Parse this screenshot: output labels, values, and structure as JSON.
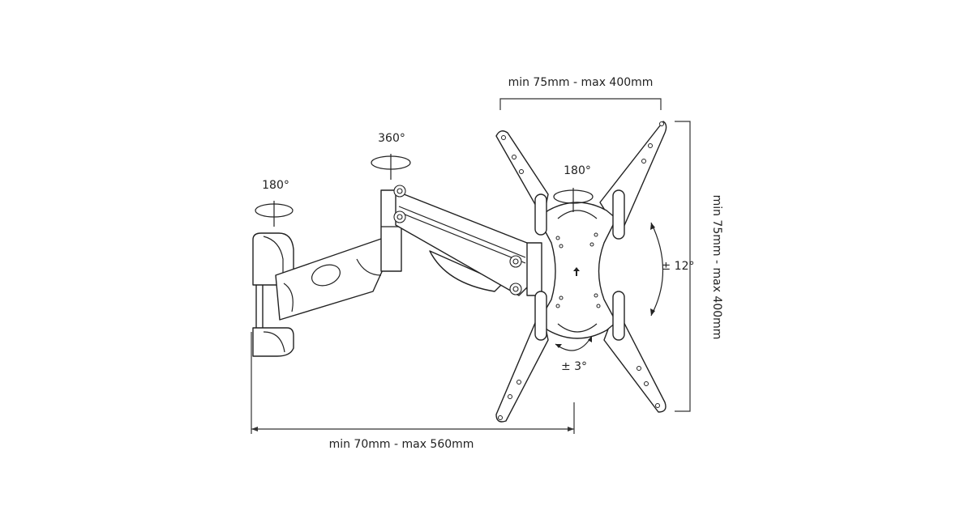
{
  "diagram": {
    "title": "TV wall mount dimensions",
    "labels": {
      "vesa_width": "min 75mm - max 400mm",
      "vesa_height": "min 75mm - max 400mm",
      "extension": "min 70mm - max 560mm",
      "wall_swivel": "180°",
      "arm_swivel": "360°",
      "plate_rotation": "180°",
      "tilt": "± 12°",
      "level": "± 3°"
    },
    "colors": {
      "line": "#222222",
      "background": "#ffffff"
    }
  }
}
